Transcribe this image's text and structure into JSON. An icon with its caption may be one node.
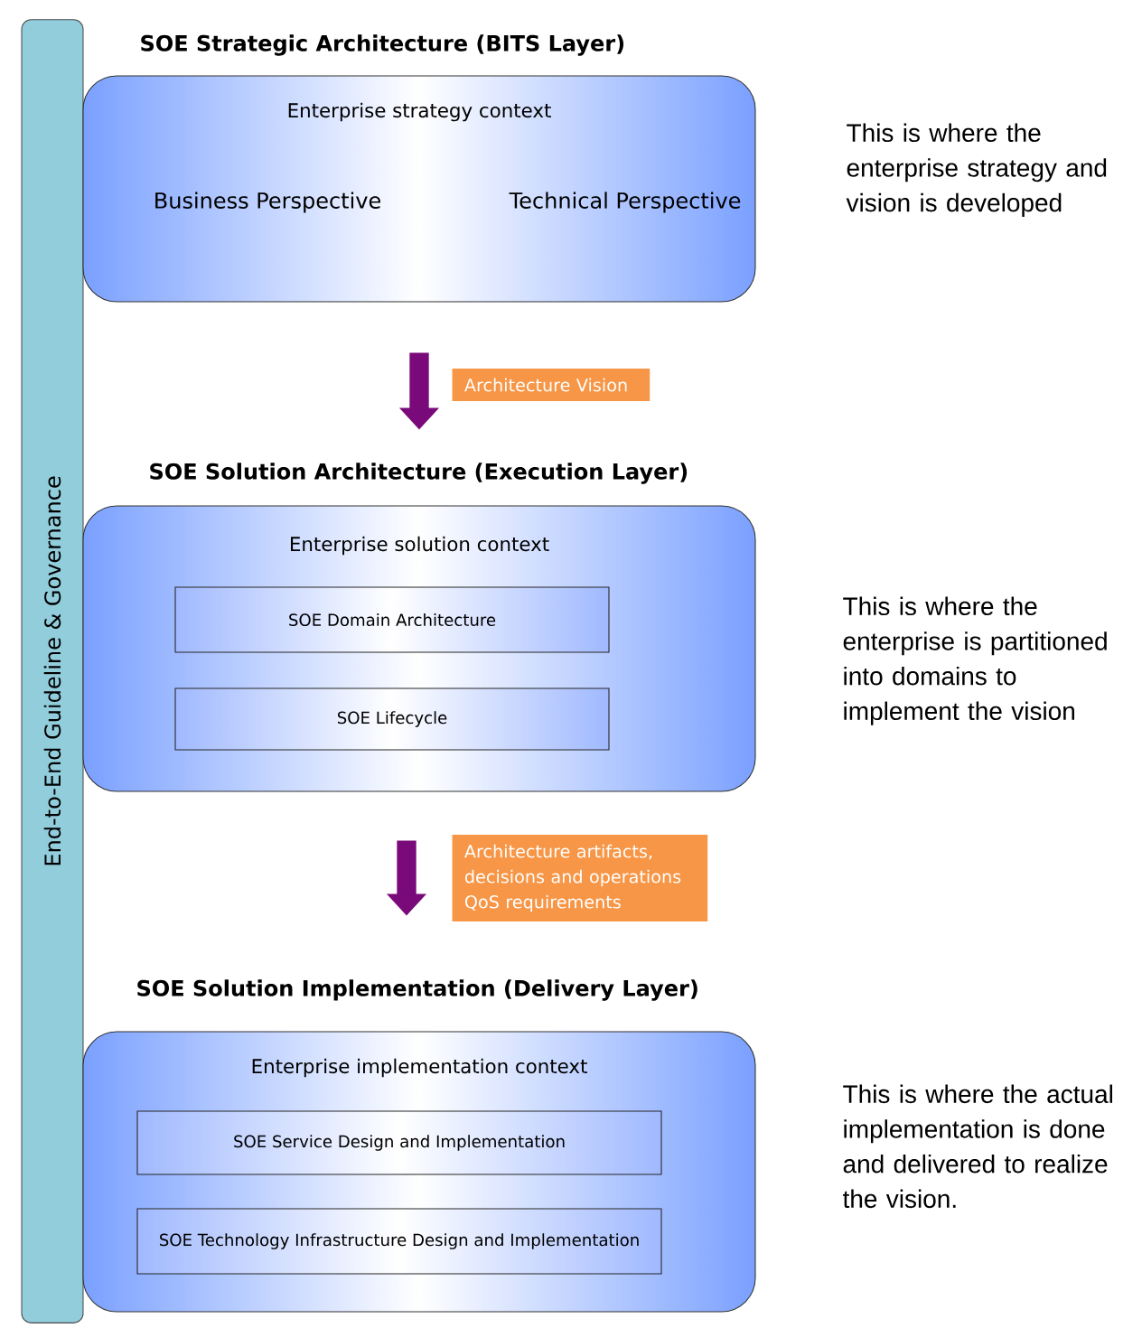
{
  "diagram": {
    "nodes": [
      {
        "text": [
          "End-to-End Guideline & Governance"
        ]
      },
      {
        "text": [
          "SOE Strategic Architecture (BITS Layer)",
          "Enterprise strategy context",
          "Business Perspective",
          "Technical Perspective"
        ],
        "beside": [
          "This is where the enterprise strategy and vision is developed"
        ]
      },
      {
        "text": [
          "SOE Solution Architecture (Execution Layer)",
          "Enterprise solution context"
        ],
        "beside": [
          "This is where the enterprise is partitioned into domains to implement the vision"
        ]
      },
      {
        "text": [
          "SOE Domain Architecture"
        ],
        "in": 2
      },
      {
        "text": [
          "SOE Lifecycle"
        ],
        "in": 2
      },
      {
        "text": [
          "SOE Solution Implementation (Delivery Layer)",
          "Enterprise implementation context"
        ],
        "beside": [
          "This is where the actual implementation is done and delivered to realize the vision."
        ]
      },
      {
        "text": [
          "SOE Service Design and Implementation"
        ],
        "in": 5
      },
      {
        "text": [
          "SOE Technology Infrastructure Design and Implementation"
        ],
        "in": 5
      }
    ],
    "edges": [
      {
        "from": 1,
        "to": 2,
        "arrow": "to",
        "color": "#7a0a7a",
        "label": "Architecture Vision"
      },
      {
        "from": 2,
        "to": 5,
        "arrow": "to",
        "color": "#7a0a7a",
        "label": "Architecture artifacts, decisions and operations QoS requirements"
      }
    ]
  }
}
